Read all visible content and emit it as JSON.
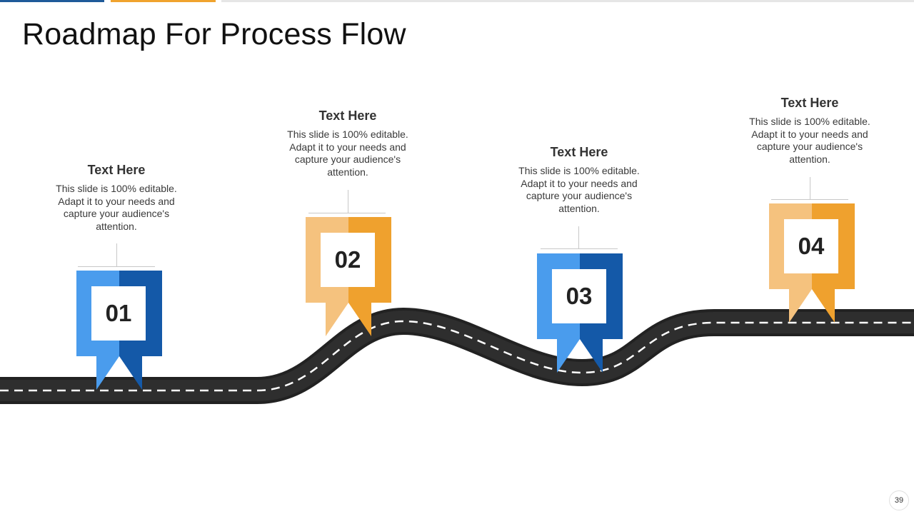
{
  "slide": {
    "title": "Roadmap For Process Flow",
    "page_number": "39"
  },
  "colors": {
    "blue_light": "#4a9ced",
    "blue_dark": "#1459a8",
    "orange_light": "#f5c27e",
    "orange_dark": "#efa12e",
    "road": "#222222",
    "road_stripe": "#ffffff",
    "top_accent_blue": "#1f5a99",
    "top_accent_orange": "#f0a32e",
    "top_line_gray": "#e6e6e6"
  },
  "milestones": [
    {
      "number": "01",
      "color_scheme": "blue",
      "heading": "Text Here",
      "body": "This slide is 100% editable. Adapt it to your needs and capture your audience's attention."
    },
    {
      "number": "02",
      "color_scheme": "orange",
      "heading": "Text Here",
      "body": "This slide is 100% editable. Adapt it to your needs and capture your audience's attention."
    },
    {
      "number": "03",
      "color_scheme": "blue",
      "heading": "Text Here",
      "body": "This slide is 100% editable. Adapt it to your needs and capture your audience's attention."
    },
    {
      "number": "04",
      "color_scheme": "orange",
      "heading": "Text Here",
      "body": "This slide is 100% editable. Adapt it to your needs and capture your audience's attention."
    }
  ]
}
